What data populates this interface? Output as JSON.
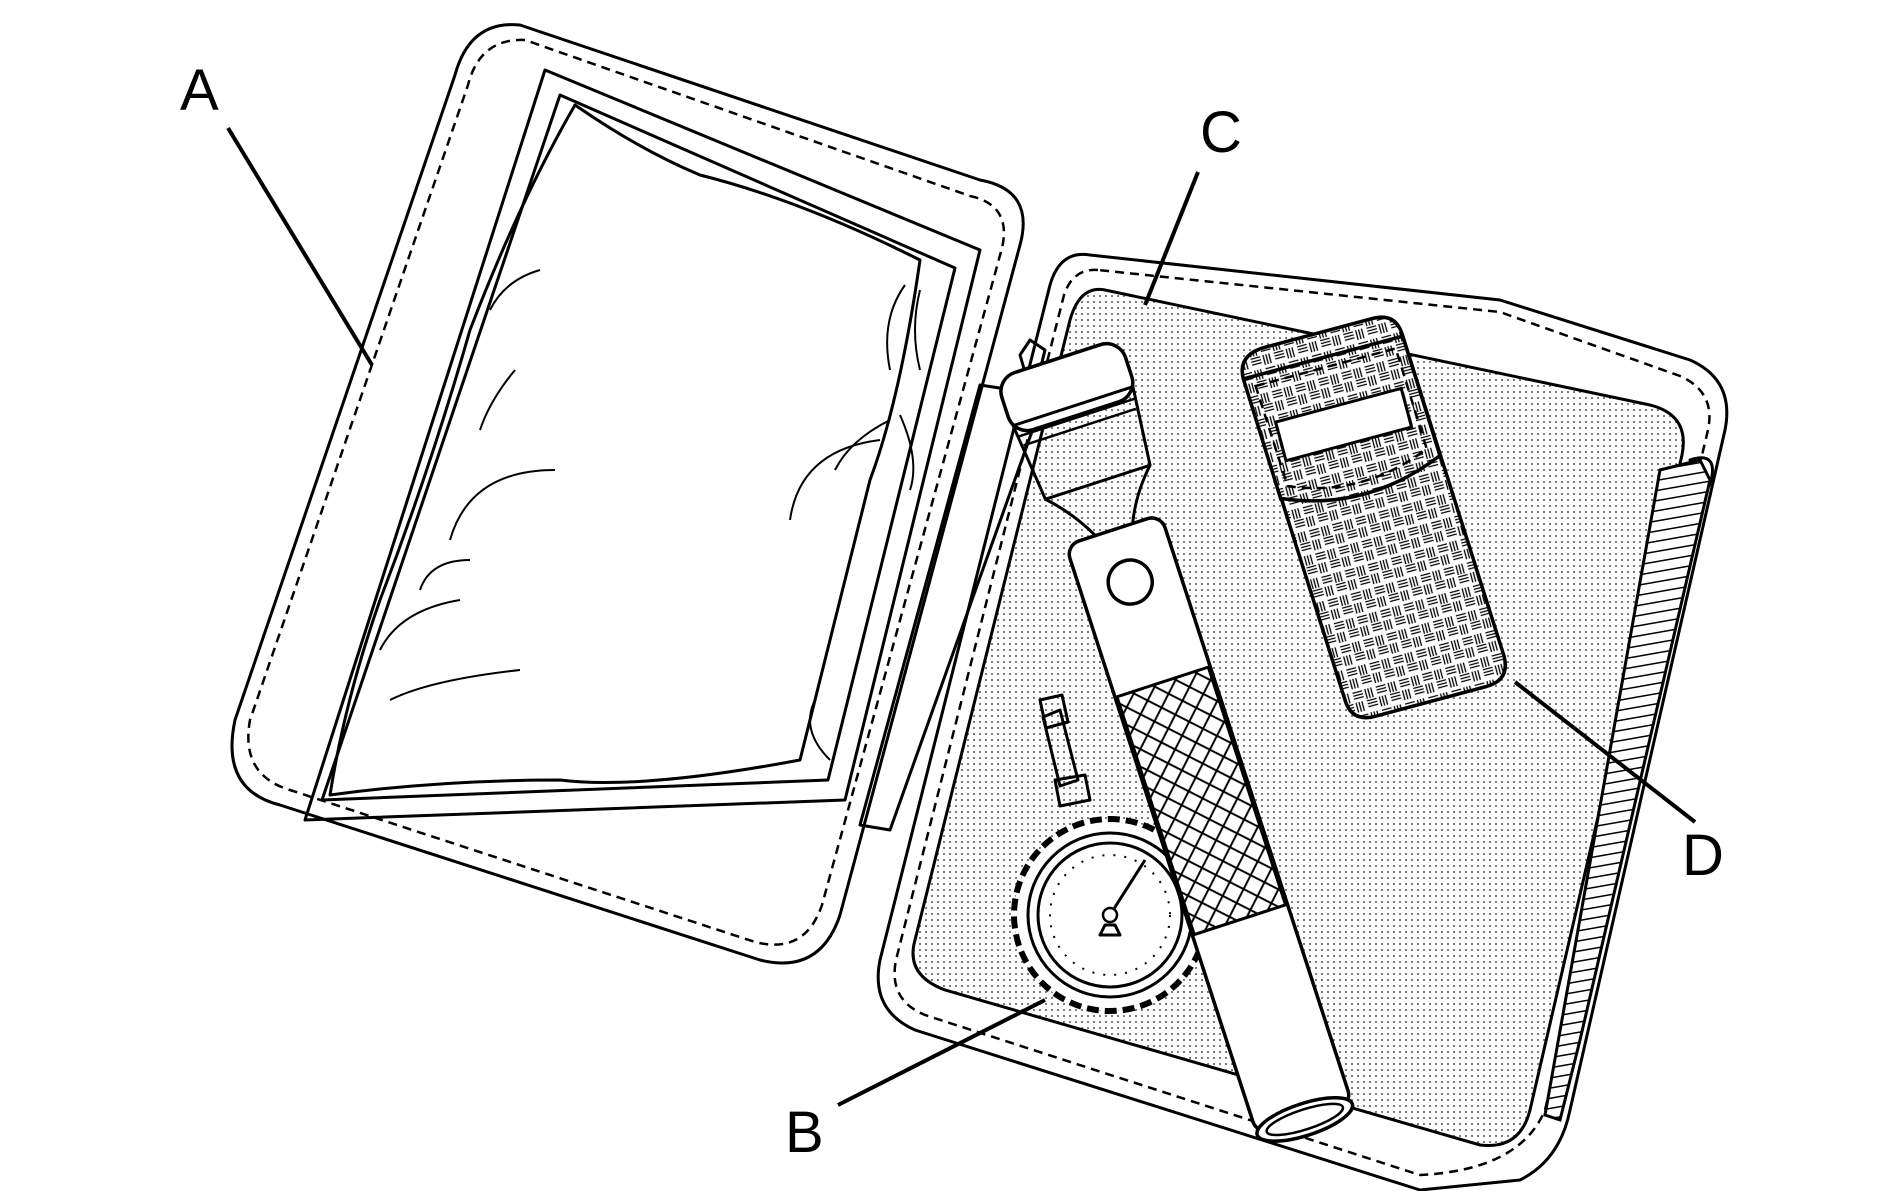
{
  "figure": {
    "callouts": {
      "a": "A",
      "b": "B",
      "c": "C",
      "d": "D"
    }
  },
  "colors": {
    "ink": "#000000",
    "background": "#ffffff"
  }
}
